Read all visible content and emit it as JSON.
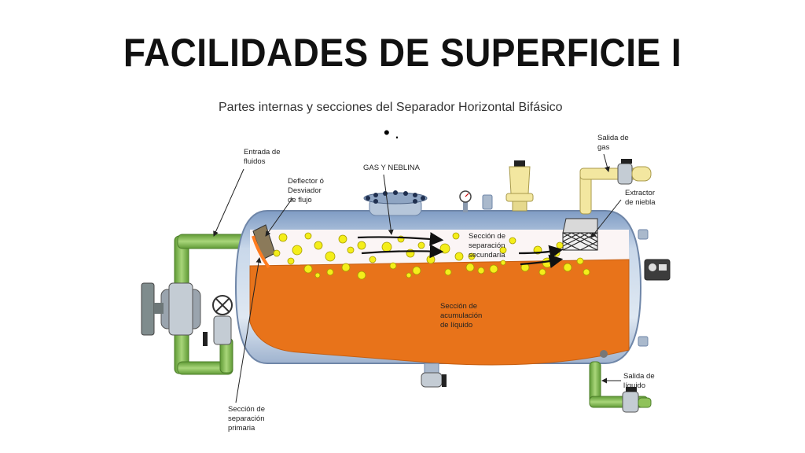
{
  "title": "FACILIDADES DE SUPERFICIE I",
  "subtitle": "Partes internas y secciones del Separador Horizontal Bifásico",
  "dots": "• .",
  "labels": {
    "inlet": [
      "Entrada de",
      "fluidos"
    ],
    "deflector": [
      "Deflector ó",
      "Desviador",
      "de flujo"
    ],
    "gas_mist": [
      "GAS Y NEBLINA"
    ],
    "secondary": [
      "Sección de",
      "separación",
      "secundaria"
    ],
    "gas_outlet": [
      "Salida de",
      "gas"
    ],
    "mist_extractor": [
      "Extractor",
      "de niebla"
    ],
    "accumulation": [
      "Sección de",
      "acumulación",
      "de líquido"
    ],
    "liquid_outlet": [
      "Salida de",
      "líquido"
    ],
    "primary": [
      "Sección de",
      "separación",
      "primaria"
    ]
  },
  "colors": {
    "liquid": "#e8731a",
    "vessel": "#b9cde3",
    "pipe": "#8fc25a",
    "bubble": "#f4ee1a",
    "valve_yellow": "#f3e7a0"
  }
}
